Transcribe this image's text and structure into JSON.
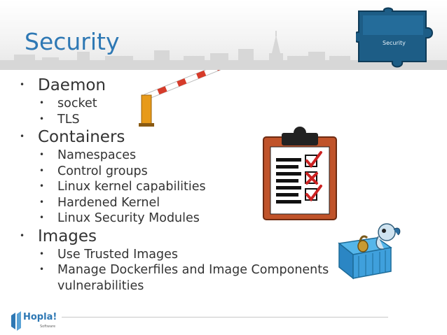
{
  "slide": {
    "title": "Security",
    "puzzle_label": "Security",
    "bullets": [
      {
        "label": "Daemon",
        "items": [
          "socket",
          "TLS"
        ]
      },
      {
        "label": "Containers",
        "items": [
          "Namespaces",
          "Control groups",
          "Linux kernel capabilities",
          "Hardened Kernel",
          "Linux Security Modules"
        ]
      },
      {
        "label": "Images",
        "items": [
          "Use Trusted Images",
          "Manage Dockerfiles and Image Components"
        ],
        "wrap": "vulnerabilities"
      }
    ]
  },
  "footer": {
    "logo_text": "Hopla!",
    "logo_sub": "Software"
  },
  "colors": {
    "title": "#2e78b4",
    "text": "#333333",
    "puzzle": "#1d5d86",
    "check": "#cc2222"
  }
}
